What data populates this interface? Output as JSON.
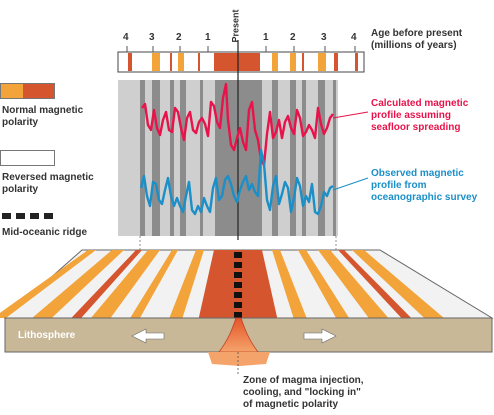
{
  "header": {
    "age_label": "Age before present\n(millions of years)",
    "present_label": "Present",
    "ticks_left": [
      "4",
      "3",
      "2",
      "1"
    ],
    "ticks_right": [
      "1",
      "2",
      "3",
      "4"
    ]
  },
  "legend": {
    "normal_label": "Normal magnetic\npolarity",
    "reversed_label": "Reversed magnetic\npolarity",
    "ridge_label": "Mid-oceanic ridge"
  },
  "profiles": {
    "calculated_label": "Calculated magnetic\nprofile assuming\nseafloor spreading",
    "observed_label": "Observed magnetic\nprofile from\noceanographic survey"
  },
  "block": {
    "lithosphere_label": "Lithosphere",
    "injection_label": "Zone of magma injection,\ncooling, and \"locking in\"\nof magnetic polarity"
  },
  "colors": {
    "orange": "#f2a33a",
    "red_orange": "#d4552e",
    "panel_gray": "#cfcfcf",
    "stripe_gray": "#8c8c8c",
    "calculated_curve": "#e8134b",
    "observed_curve": "#1b8fc8",
    "lithosphere": "#c8b898"
  }
}
